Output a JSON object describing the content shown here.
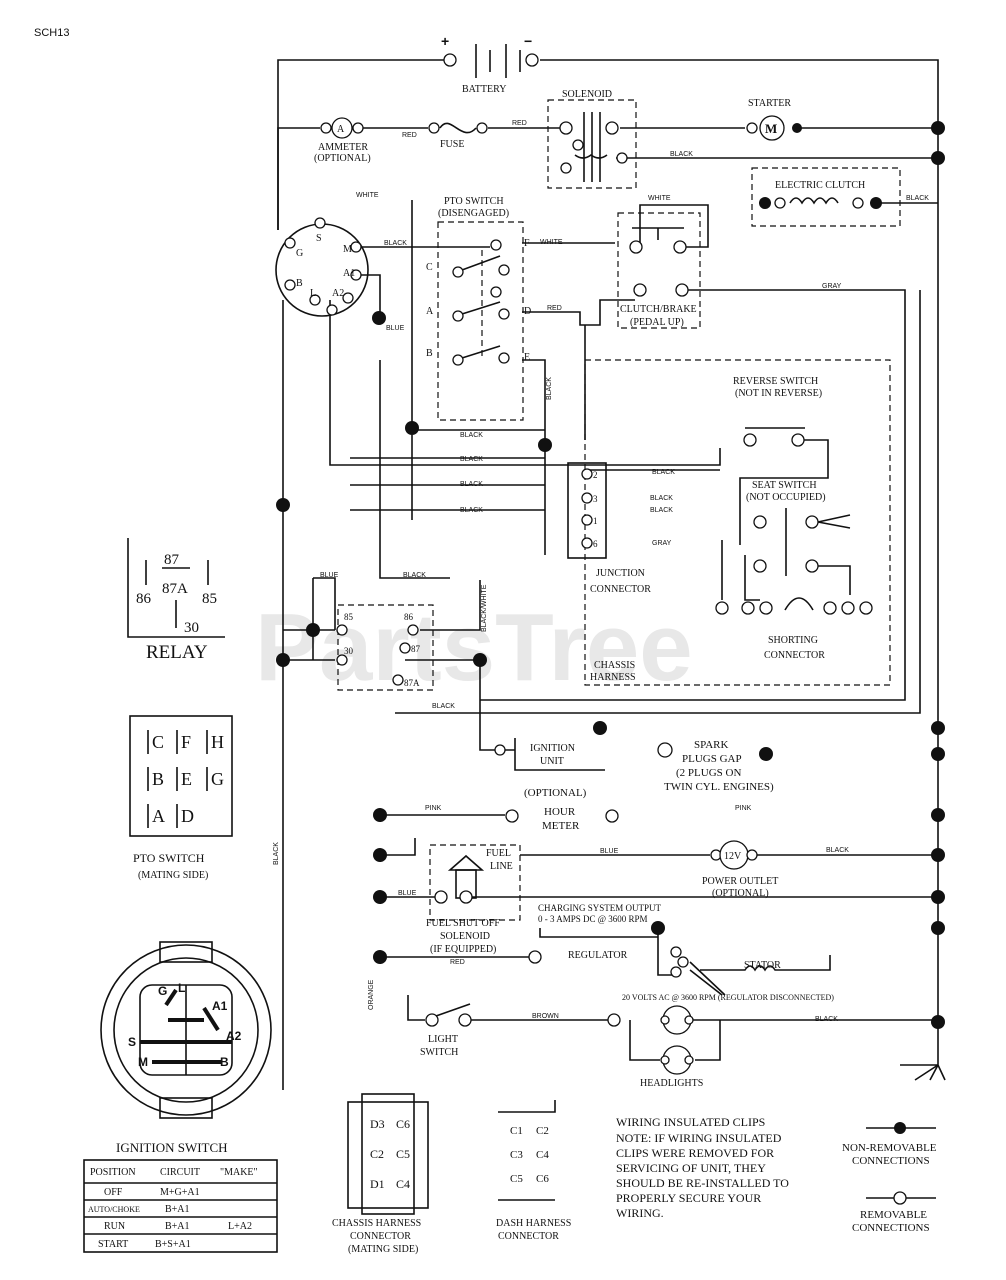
{
  "page_code": "SCH13",
  "watermark": "PartsTree",
  "battery": {
    "label": "BATTERY",
    "plus": "+",
    "minus": "−"
  },
  "solenoid": "SOLENOID",
  "starter": {
    "label": "STARTER",
    "symbol": "M"
  },
  "ammeter": {
    "label": "AMMETER",
    "sub": "(OPTIONAL)",
    "symbol": "A"
  },
  "fuse": "FUSE",
  "electric_clutch": "ELECTRIC CLUTCH",
  "pto_switch": {
    "label": "PTO SWITCH",
    "sub": "(DISENGAGED)",
    "terminals": [
      "C",
      "A",
      "B",
      "F",
      "D",
      "E"
    ]
  },
  "clutch_brake": {
    "label": "CLUTCH/BRAKE",
    "sub": "(PEDAL UP)"
  },
  "reverse_switch": {
    "label": "REVERSE SWITCH",
    "sub": "(NOT IN REVERSE)"
  },
  "seat_switch": {
    "label": "SEAT SWITCH",
    "sub": "(NOT OCCUPIED)"
  },
  "junction_connector": {
    "label": "JUNCTION",
    "label2": "CONNECTOR",
    "pins": [
      "2",
      "3",
      "1",
      "6"
    ]
  },
  "shorting_connector": {
    "label": "SHORTING",
    "label2": "CONNECTOR"
  },
  "chassis_harness": {
    "label": "CHASSIS",
    "label2": "HARNESS"
  },
  "ignition_terminals": [
    "S",
    "M",
    "A1",
    "A2",
    "L",
    "G",
    "B"
  ],
  "relay": {
    "label": "RELAY",
    "pins": [
      "87",
      "87A",
      "86",
      "85",
      "30"
    ]
  },
  "relay_inline_pins": [
    "85",
    "86",
    "30",
    "87",
    "87A"
  ],
  "pto_mating": {
    "label": "PTO SWITCH",
    "sub": "(MATING SIDE)",
    "pins": [
      "C",
      "F",
      "H",
      "B",
      "E",
      "G",
      "A",
      "D"
    ]
  },
  "ignition_switch": {
    "label": "IGNITION SWITCH",
    "face": [
      "G",
      "L",
      "A1",
      "A2",
      "S",
      "M",
      "B"
    ],
    "table_headers": [
      "POSITION",
      "CIRCUIT",
      "\"MAKE\""
    ],
    "table_rows": [
      [
        "OFF",
        "M+G+A1",
        ""
      ],
      [
        "AUTO/CHOKE",
        "B+A1",
        ""
      ],
      [
        "RUN",
        "B+A1",
        "L+A2"
      ],
      [
        "START",
        "B+S+A1",
        ""
      ]
    ]
  },
  "ignition_unit": {
    "label": "IGNITION",
    "label2": "UNIT"
  },
  "spark_plugs": {
    "line1": "SPARK",
    "line2": "PLUGS GAP",
    "line3": "(2 PLUGS ON",
    "line4": "TWIN CYL. ENGINES)"
  },
  "hour_meter": {
    "opt": "(OPTIONAL)",
    "line1": "HOUR",
    "line2": "METER"
  },
  "fuel_line": {
    "line1": "FUEL",
    "line2": "LINE"
  },
  "power_outlet": {
    "volts": "12V",
    "line1": "POWER OUTLET",
    "line2": "(OPTIONAL)"
  },
  "fuel_solenoid": {
    "line1": "FUEL SHUT OFF",
    "line2": "SOLENOID",
    "line3": "(IF EQUIPPED)"
  },
  "charging": {
    "line1": "CHARGING SYSTEM OUTPUT",
    "line2": "0 - 3 AMPS DC @ 3600 RPM"
  },
  "regulator": "REGULATOR",
  "stator": "STATOR",
  "ac_note": "20 VOLTS AC @ 3600 RPM (REGULATOR DISCONNECTED)",
  "light_switch": {
    "line1": "LIGHT",
    "line2": "SWITCH"
  },
  "headlights": "HEADLIGHTS",
  "chassis_conn": {
    "line1": "CHASSIS HARNESS",
    "line2": "CONNECTOR",
    "line3": "(MATING SIDE)",
    "pins": [
      "D3",
      "C6",
      "C2",
      "C5",
      "D1",
      "C4"
    ]
  },
  "dash_conn": {
    "line1": "DASH HARNESS",
    "line2": "CONNECTOR",
    "pins": [
      "C1",
      "C2",
      "C3",
      "C4",
      "C5",
      "C6"
    ]
  },
  "note": {
    "line1": "WIRING INSULATED CLIPS",
    "line2": "NOTE: IF WIRING INSULATED",
    "line3": "CLIPS WERE REMOVED FOR",
    "line4": "SERVICING OF UNIT, THEY",
    "line5": "SHOULD BE RE-INSTALLED TO",
    "line6": "PROPERLY SECURE YOUR",
    "line7": "WIRING."
  },
  "legend": {
    "non_rem1": "NON-REMOVABLE",
    "non_rem2": "CONNECTIONS",
    "rem1": "REMOVABLE",
    "rem2": "CONNECTIONS"
  },
  "wire_labels": {
    "red": "RED",
    "white": "WHITE",
    "black": "BLACK",
    "blue": "BLUE",
    "gray": "GRAY",
    "brown": "BROWN",
    "orange": "ORANGE",
    "pink": "PINK",
    "black_white": "BLACK/WHITE"
  }
}
